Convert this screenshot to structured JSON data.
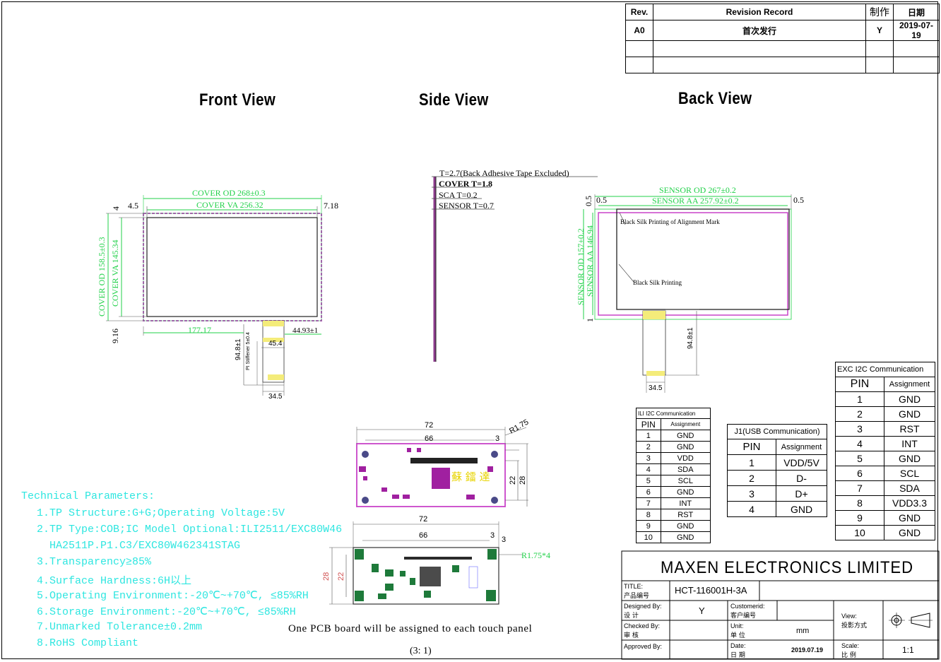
{
  "revision": {
    "headers": [
      "Rev.",
      "Revision  Record",
      "制作",
      "日期"
    ],
    "rows": [
      [
        "A0",
        "首次发行",
        "Y",
        "2019-07-19"
      ],
      [
        "",
        "",
        "",
        ""
      ],
      [
        "",
        "",
        "",
        ""
      ]
    ]
  },
  "views": {
    "front": "Front View",
    "side": "Side View",
    "back": "Back View"
  },
  "front_dims": {
    "cover_od": "COVER OD 268±0.3",
    "cover_va": "COVER VA 256.32",
    "left_margin": "4.5",
    "right_margin": "7.18",
    "top_gap": "4",
    "cover_od_v": "COVER OD 158.5±0.3",
    "cover_va_v": "COVER VA 145.34",
    "bottom_gap": "9.16",
    "fpc_offset": "177.17",
    "fpc_right": "44.93±1",
    "fpc_length": "94.8±1",
    "stiffener": "PI Stiffener 5±0.4",
    "fpc_width": "45.4",
    "tail_width": "34.5"
  },
  "side_dims": {
    "t_total": "T=2.7(Back Adhesive Tape Excluded)",
    "cover_t": "COVER T=1.8",
    "sca_t": "SCA T=0.2",
    "sensor_t": "SENSOR T=0.7"
  },
  "back_dims": {
    "sensor_od": "SENSOR OD 267±0.2",
    "sensor_aa": "SENSOR AA 257.92±0.2",
    "left_05": "0.5",
    "right_05": "0.5",
    "top_05": "0.5",
    "sensor_od_v": "SENSOR OD 157±0.2",
    "sensor_aa_v": "SENSOR AA 146.94",
    "bottom_1": "1",
    "note_align": "Black Silk Printing of Alignment Mark",
    "note_silk": "Black Silk Printing",
    "fpc_length": "94.8±1",
    "tail_width": "34.5"
  },
  "pcb_dims": {
    "w72": "72",
    "w66": "66",
    "r175": "R1.75",
    "d3": "3",
    "h22": "22",
    "h28": "28",
    "w72b": "72",
    "w66b": "66",
    "d3b": "3",
    "d3c": "3",
    "r175x4": "R1.75*4",
    "h28b": "28",
    "h22b": "22",
    "logo": "蘇 鐳 達"
  },
  "pcb_note": "One PCB board will be assigned to each touch panel",
  "scale_note": "(3: 1)",
  "tech": {
    "title": "Technical Parameters:",
    "lines": [
      "1.TP Structure:G+G;Operating Voltage:5V",
      "2.TP Type:COB;IC Model Optional:ILI2511/EXC80W46",
      "  HA2511P.P1.C3/EXC80W462341STAG",
      "3.Transparency≥85%",
      "4.Surface Hardness:6H以上",
      "5.Operating Environment:-20℃~+70℃, ≤85%RH",
      "6.Storage Environment:-20℃~+70℃, ≤85%RH",
      "7.Unmarked Tolerance±0.2mm",
      "8.RoHS Compliant"
    ]
  },
  "ili": {
    "title": "ILI I2C Communication",
    "headers": [
      "PIN",
      "Assignment"
    ],
    "rows": [
      [
        "1",
        "GND"
      ],
      [
        "2",
        "GND"
      ],
      [
        "3",
        "VDD"
      ],
      [
        "4",
        "SDA"
      ],
      [
        "5",
        "SCL"
      ],
      [
        "6",
        "GND"
      ],
      [
        "7",
        "INT"
      ],
      [
        "8",
        "RST"
      ],
      [
        "9",
        "GND"
      ],
      [
        "10",
        "GND"
      ]
    ]
  },
  "usb": {
    "title": "J1(USB Communication)",
    "headers": [
      "PIN",
      "Assignment"
    ],
    "rows": [
      [
        "1",
        "VDD/5V"
      ],
      [
        "2",
        "D-"
      ],
      [
        "3",
        "D+"
      ],
      [
        "4",
        "GND"
      ]
    ]
  },
  "exc": {
    "title": "EXC I2C Communication",
    "headers": [
      "PIN",
      "Assignment"
    ],
    "rows": [
      [
        "1",
        "GND"
      ],
      [
        "2",
        "GND"
      ],
      [
        "3",
        "RST"
      ],
      [
        "4",
        "INT"
      ],
      [
        "5",
        "GND"
      ],
      [
        "6",
        "SCL"
      ],
      [
        "7",
        "SDA"
      ],
      [
        "8",
        "VDD3.3"
      ],
      [
        "9",
        "GND"
      ],
      [
        "10",
        "GND"
      ]
    ]
  },
  "titleblock": {
    "company": "MAXEN ELECTRONICS LIMITED",
    "title_label": "TITLE:",
    "title_label_cn": "产品编号",
    "title_value": "HCT-116001H-3A",
    "designed_label": "Designed By:",
    "designed_cn": "设 计",
    "designed_value": "Y",
    "customer_label": "Customerid:",
    "customer_cn": "客户编号",
    "view_label": "View:",
    "view_cn": "投影方式",
    "checked_label": "Checked By:",
    "checked_cn": "审 核",
    "unit_label": "Unit:",
    "unit_cn": "单 位",
    "unit_value": "mm",
    "approved_label": "Approved By:",
    "date_label": "Date:",
    "date_cn": "日 期",
    "date_value": "2019.07.19",
    "scale_label": "Scale:",
    "scale_cn": "比 例",
    "scale_value": "1:1"
  }
}
